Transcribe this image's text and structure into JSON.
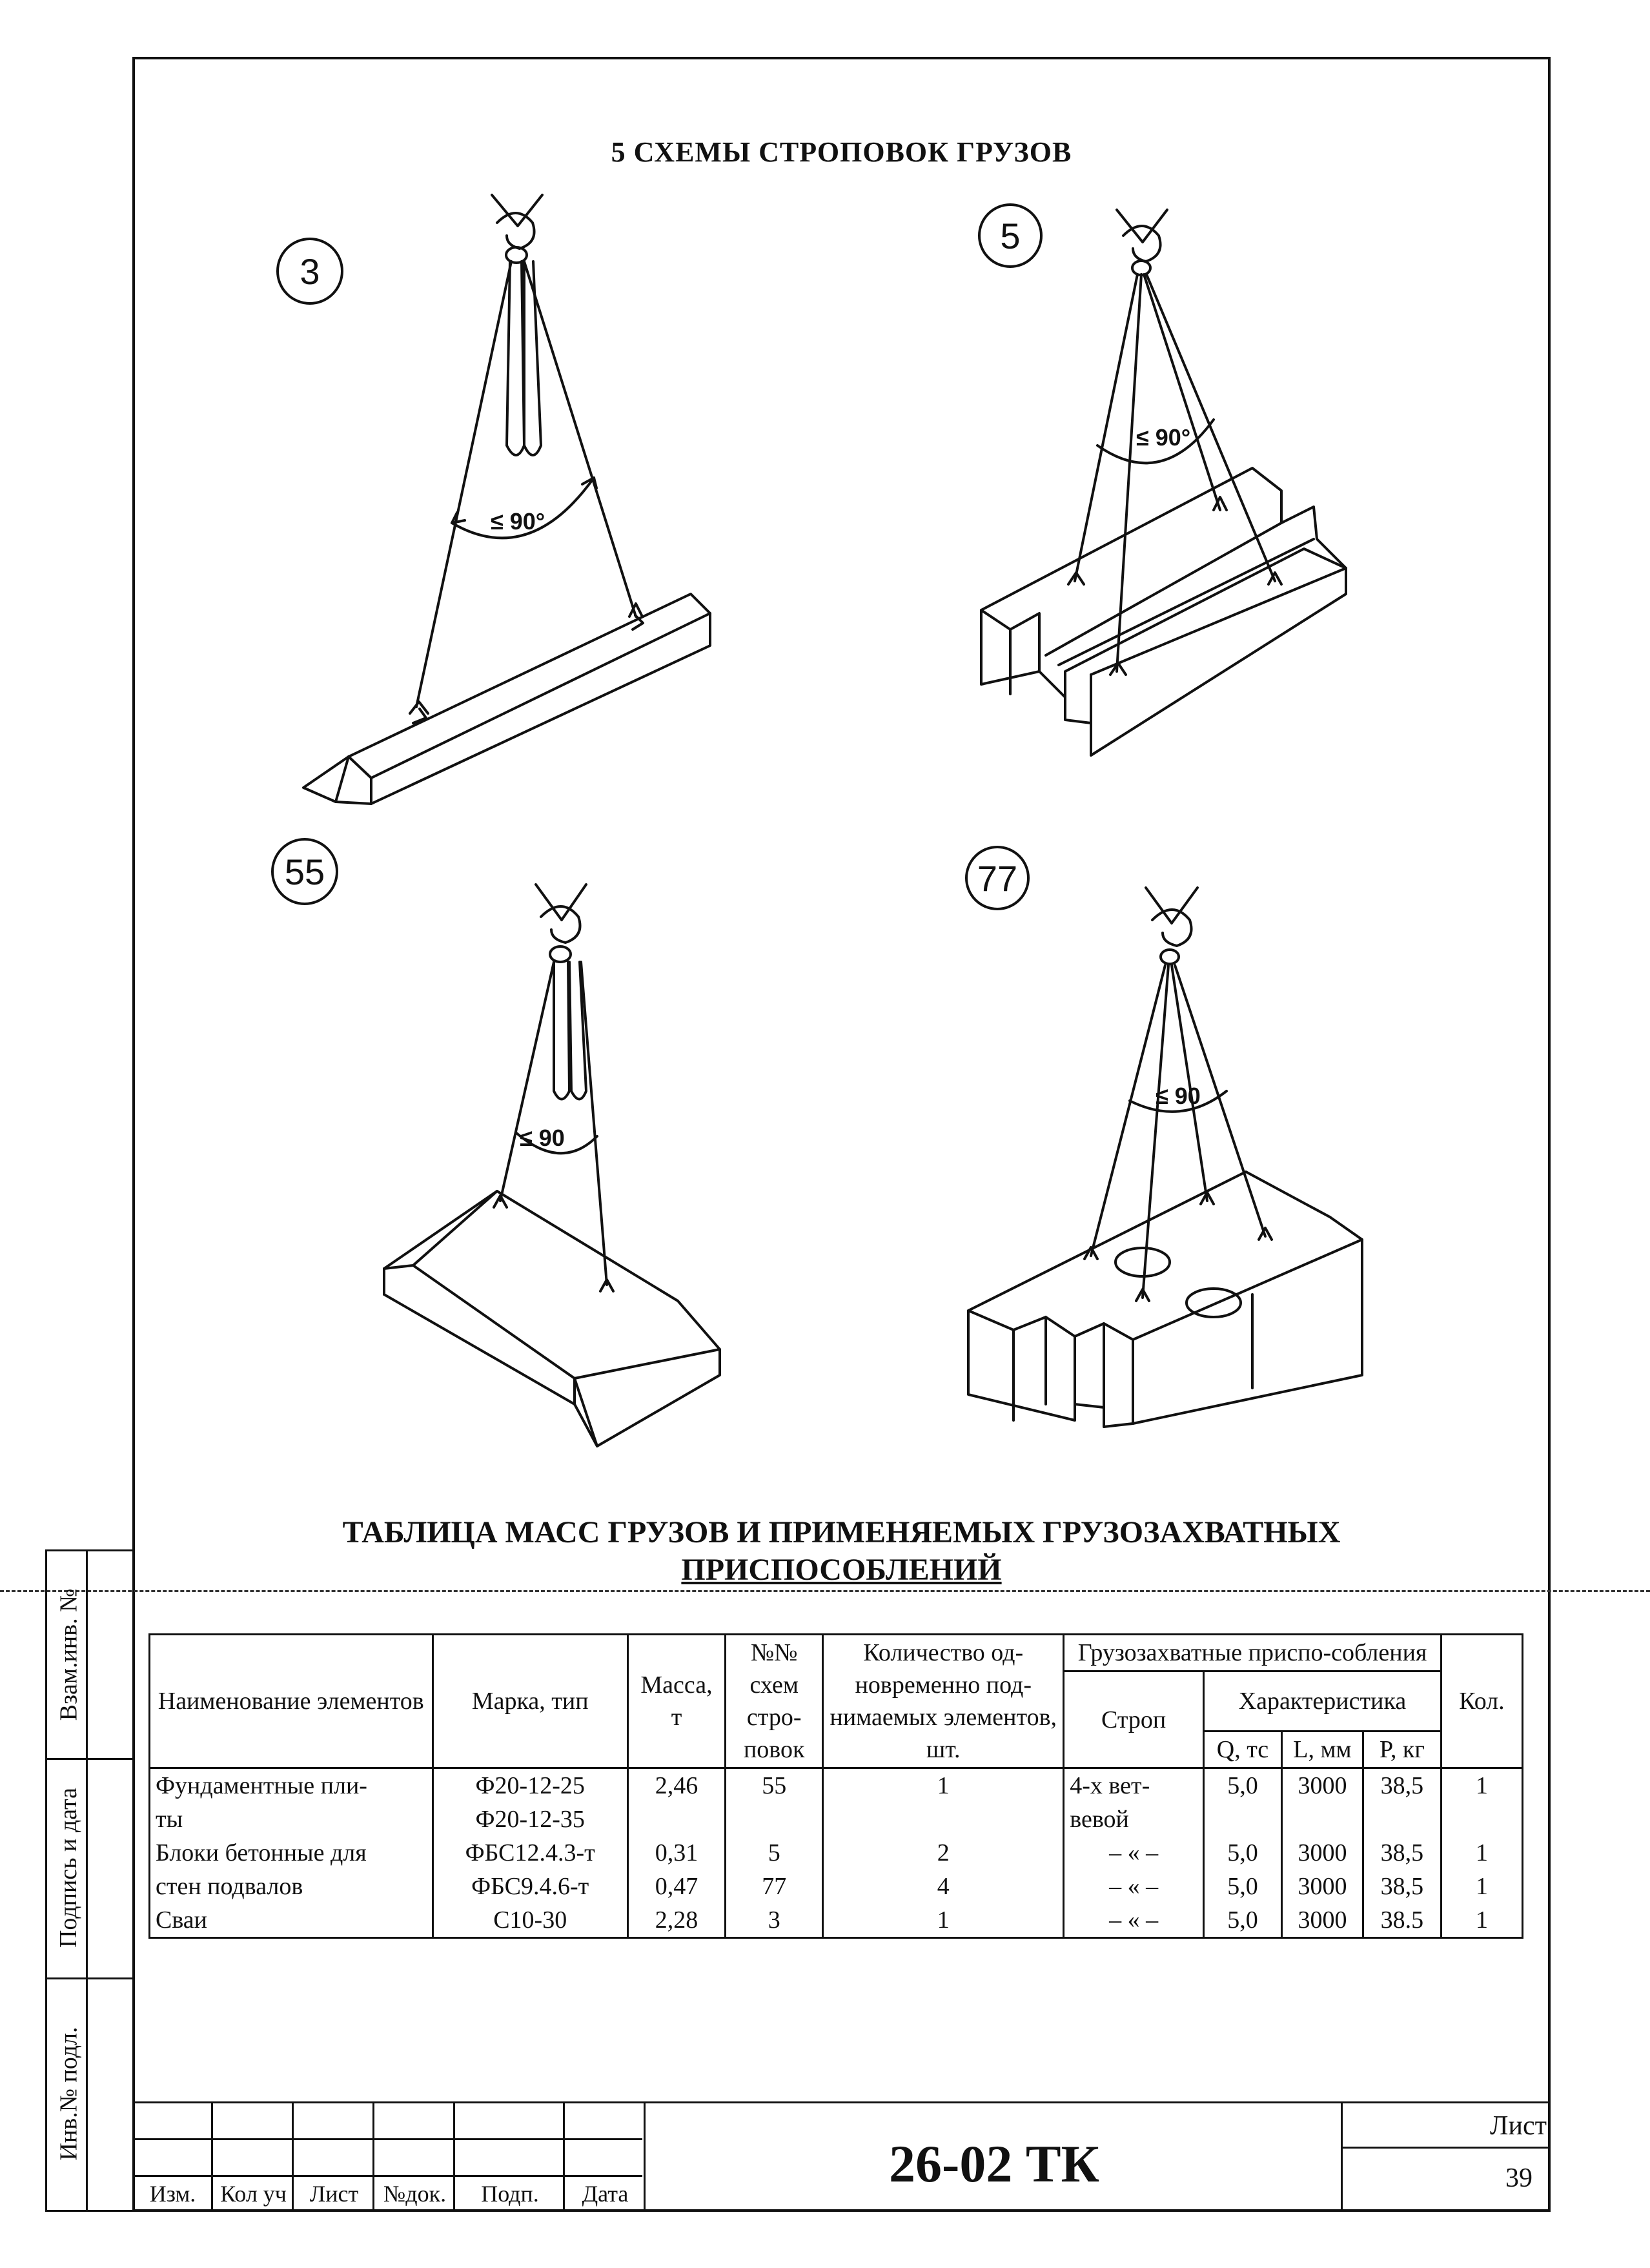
{
  "page_title": "5 СХЕМЫ СТРОПОВОК ГРУЗОВ",
  "schemes": [
    {
      "id": "3",
      "angle": "≤ 90°"
    },
    {
      "id": "5",
      "angle": "≤ 90°"
    },
    {
      "id": "55",
      "angle": "≤ 90"
    },
    {
      "id": "77",
      "angle": "≤ 90"
    }
  ],
  "table_title": {
    "line1": "ТАБЛИЦА МАСС ГРУЗОВ И ПРИМЕНЯЕМЫХ ГРУЗОЗАХВАТНЫХ",
    "line2": "ПРИСПОСОБЛЕНИЙ"
  },
  "table": {
    "headers": {
      "name": "Наименование элементов",
      "mark": "Марка, тип",
      "mass": "Масса, т",
      "scheme": "№№ схем стро-повок",
      "count": "Количество од-новременно под-нимаемых элементов, шт.",
      "device": "Грузозахватные приспо-собления",
      "sling": "Строп",
      "characteristic": "Характеристика",
      "q": "Q, тс",
      "l": "L, мм",
      "p": "P, кг",
      "qty": "Кол."
    },
    "rows": [
      {
        "name": "Фундаментные пли-",
        "mark": "Ф20-12-25",
        "mass": "2,46",
        "scheme": "55",
        "count": "1",
        "sling": "4-х вет-",
        "q": "5,0",
        "l": "3000",
        "p": "38,5",
        "qty": "1"
      },
      {
        "name": "ты",
        "mark": "Ф20-12-35",
        "mass": "",
        "scheme": "",
        "count": "",
        "sling": "вевой",
        "q": "",
        "l": "",
        "p": "",
        "qty": ""
      },
      {
        "name": "Блоки бетонные для",
        "mark": "ФБС12.4.3-т",
        "mass": "0,31",
        "scheme": "5",
        "count": "2",
        "sling": "– « –",
        "q": "5,0",
        "l": "3000",
        "p": "38,5",
        "qty": "1"
      },
      {
        "name": "стен подвалов",
        "mark": "ФБС9.4.6-т",
        "mass": "0,47",
        "scheme": "77",
        "count": "4",
        "sling": "– « –",
        "q": "5,0",
        "l": "3000",
        "p": "38,5",
        "qty": "1"
      },
      {
        "name": "Сваи",
        "mark": "С10-30",
        "mass": "2,28",
        "scheme": "3",
        "count": "1",
        "sling": "– « –",
        "q": "5,0",
        "l": "3000",
        "p": "38.5",
        "qty": "1"
      }
    ]
  },
  "sidebar": {
    "labels": [
      "Взам.инв. №",
      "Подпись и дата",
      "Инв.№ подл."
    ]
  },
  "stamp": {
    "columns": [
      "Изм.",
      "Кол уч",
      "Лист",
      "№док.",
      "Подп.",
      "Дата"
    ],
    "doc_code": "26-02 ТК",
    "sheet_label": "Лист",
    "sheet_number": "39"
  }
}
